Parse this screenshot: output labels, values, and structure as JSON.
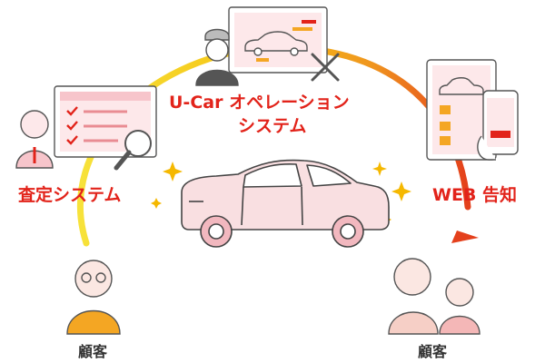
{
  "labels": {
    "satei_system": "査定システム",
    "ucar_line1": "U-Car オペレーション",
    "ucar_line2": "システム",
    "web_notice": "WEB 告知",
    "customer_left": "顧客",
    "customer_right": "顧客"
  },
  "colors": {
    "accent_red": "#e2231a",
    "text_dark": "#333333",
    "arc_yellow": "#f5d21a",
    "arc_orange": "#ee8a1e",
    "car_pink": "#f9dfe1",
    "line": "#555555",
    "customer_left_shirt": "#f4a623",
    "customer_right_shirt": "#f4b7b7",
    "sparkle": "#f5b800"
  }
}
